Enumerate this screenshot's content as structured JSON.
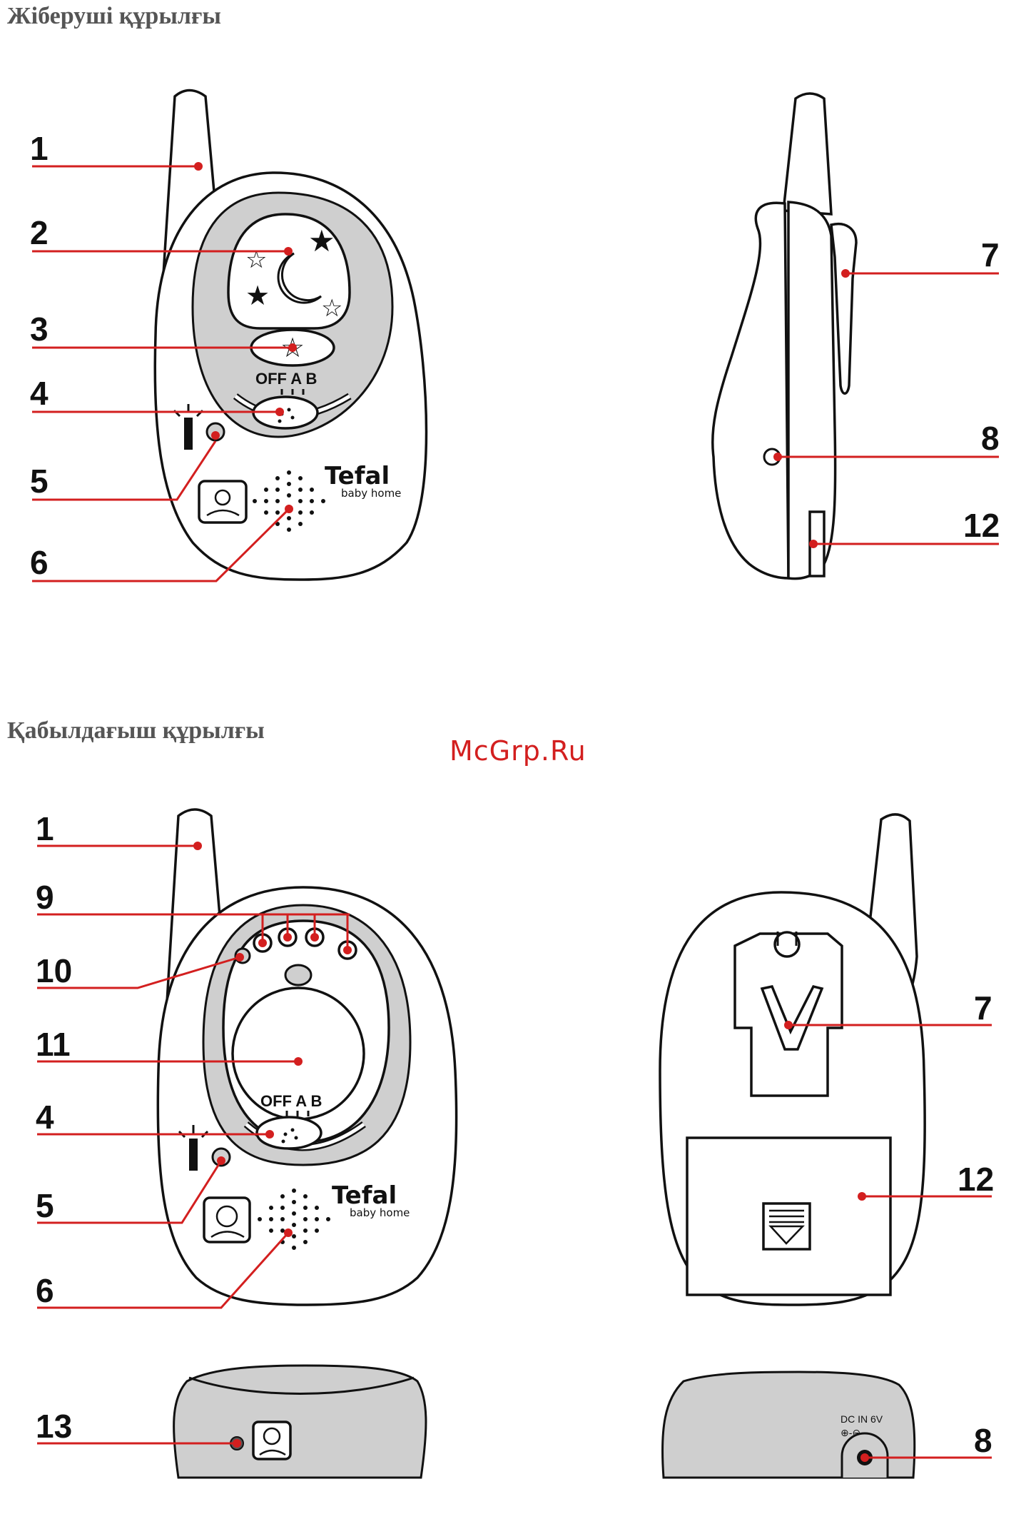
{
  "headings": {
    "transmitter": "Жіберуші құрылғы",
    "receiver": "Қабылдағыш құрылғы"
  },
  "watermark": "McGrp.Ru",
  "device_text": {
    "switch_label": "OFF A B",
    "brand": "Tefal",
    "brand_sub": "baby home",
    "dc_in": "DC IN  6V"
  },
  "callouts": {
    "t1": "1",
    "t2": "2",
    "t3": "3",
    "t4": "4",
    "t5": "5",
    "t6": "6",
    "t7": "7",
    "t8": "8",
    "t12": "12",
    "r1": "1",
    "r9": "9",
    "r10": "10",
    "r11": "11",
    "r4": "4",
    "r5": "5",
    "r6": "6",
    "r7": "7",
    "r12": "12",
    "r13": "13",
    "r8": "8"
  },
  "colors": {
    "leader": "#d31f1f",
    "panel_grey": "#cfcfcf"
  }
}
